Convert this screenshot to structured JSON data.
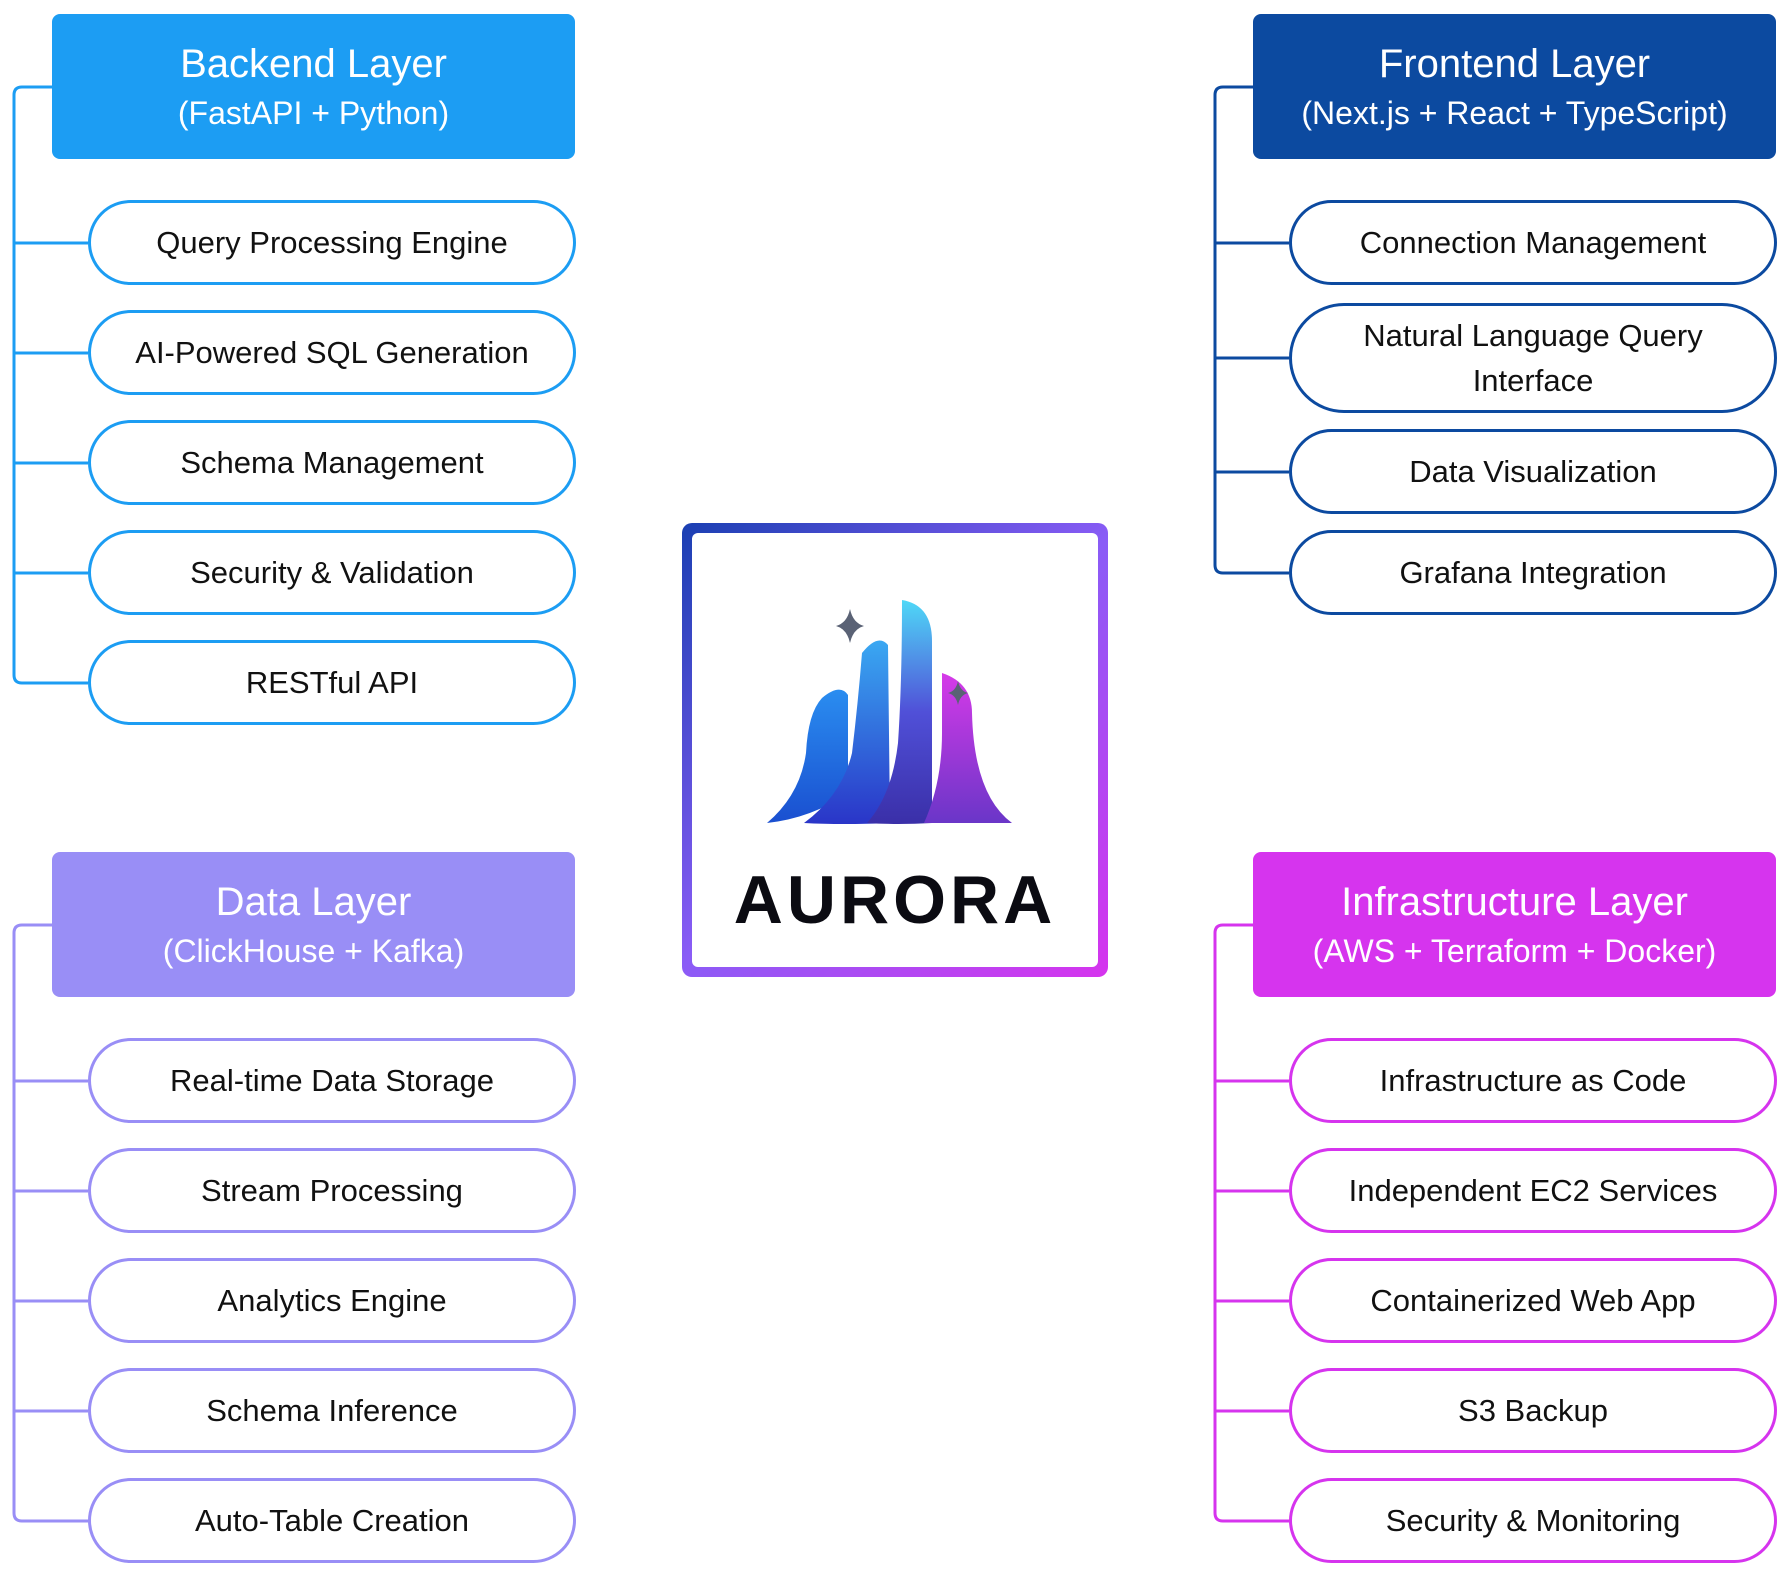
{
  "colors": {
    "backend": "#1c9df3",
    "frontend": "#0c4aa0",
    "data": "#998ef6",
    "infrastructure": "#d634ee"
  },
  "center": {
    "brand": "AURORA"
  },
  "layers": {
    "backend": {
      "title": "Backend Layer",
      "subtitle": "(FastAPI + Python)",
      "items": [
        "Query Processing Engine",
        "AI-Powered SQL Generation",
        "Schema Management",
        "Security & Validation",
        "RESTful API"
      ]
    },
    "frontend": {
      "title": "Frontend Layer",
      "subtitle": "(Next.js + React + TypeScript)",
      "items": [
        "Connection Management",
        "Natural Language Query Interface",
        "Data Visualization",
        "Grafana Integration"
      ]
    },
    "data": {
      "title": "Data Layer",
      "subtitle": "(ClickHouse + Kafka)",
      "items": [
        "Real-time Data Storage",
        "Stream Processing",
        "Analytics Engine",
        "Schema Inference",
        "Auto-Table Creation"
      ]
    },
    "infrastructure": {
      "title": "Infrastructure Layer",
      "subtitle": "(AWS + Terraform + Docker)",
      "items": [
        "Infrastructure as Code",
        "Independent EC2 Services",
        "Containerized Web App",
        "S3 Backup",
        "Security & Monitoring"
      ]
    }
  }
}
